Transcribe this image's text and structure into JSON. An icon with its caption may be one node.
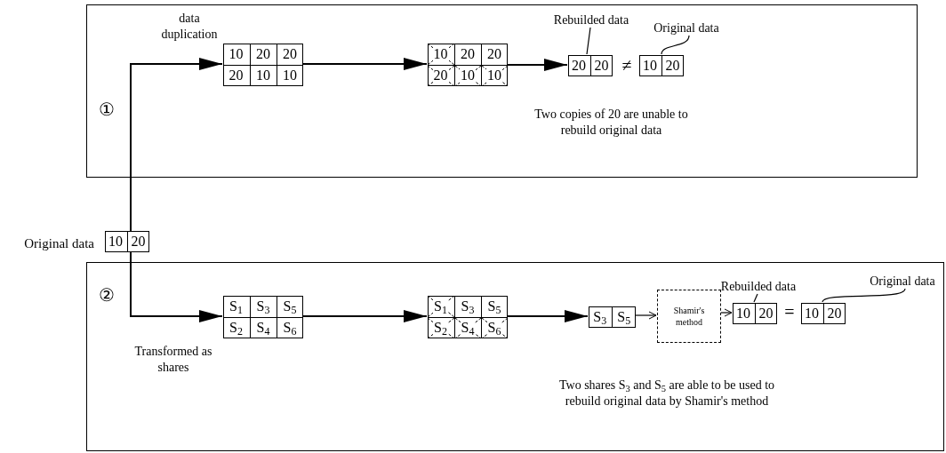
{
  "diagram": {
    "nodes": [
      {
        "text": [],
        "shape": "box"
      },
      {
        "text": [
          "10",
          "20",
          "20",
          "20",
          "10",
          "10"
        ],
        "in": 0
      },
      {
        "text": [
          "10",
          "20",
          "20",
          "20",
          "10",
          "10"
        ],
        "in": 0
      },
      {
        "text": [
          "Rebuilded data"
        ],
        "in": 0
      },
      {
        "text": [
          "Original data"
        ],
        "in": 0
      },
      {
        "text": [
          "20",
          "20"
        ],
        "in": 0
      },
      {
        "text": [
          "10",
          "20"
        ],
        "in": 0
      },
      {
        "text": [
          "10",
          "20"
        ],
        "beside": [
          "Original data"
        ]
      },
      {
        "text": [],
        "shape": "box"
      },
      {
        "text": [
          "S$_{1}$",
          "S$_{3}$",
          "S$_{5}$",
          "S$_{2}$",
          "S$_{4}$",
          "S$_{6}$"
        ],
        "in": 8
      },
      {
        "text": [
          "S$_{1}$",
          "S$_{3}$",
          "S$_{5}$",
          "S$_{2}$",
          "S$_{4}$",
          "S$_{6}$"
        ],
        "in": 8
      },
      {
        "text": [
          "S$_{3}$",
          "S$_{5}$"
        ],
        "in": 8
      },
      {
        "text": [
          "Shamir's method"
        ],
        "in": 8
      },
      {
        "text": [
          "Rebuilded data"
        ],
        "in": 8
      },
      {
        "text": [
          "Original data"
        ],
        "in": 8
      },
      {
        "text": [
          "10",
          "20"
        ],
        "in": 8
      },
      {
        "text": [
          "10",
          "20"
        ],
        "in": 8
      }
    ],
    "edges": [
      {
        "from": 7,
        "to": 1,
        "arrow": "to",
        "label": "data duplication"
      },
      {
        "from": 1,
        "to": 2,
        "arrow": "to"
      },
      {
        "from": 2,
        "to": 5,
        "arrow": "to"
      },
      {
        "from": 3,
        "to": 5,
        "arrow": "none"
      },
      {
        "from": 4,
        "to": 6,
        "arrow": "none"
      },
      {
        "from": 7,
        "to": 9,
        "arrow": "to",
        "label": "Transformed as shares"
      },
      {
        "from": 9,
        "to": 10,
        "arrow": "to"
      },
      {
        "from": 10,
        "to": 11,
        "arrow": "to"
      },
      {
        "from": 11,
        "to": 12,
        "arrow": "to"
      },
      {
        "from": 12,
        "to": 15,
        "arrow": "to"
      },
      {
        "from": 13,
        "to": 15,
        "arrow": "none"
      },
      {
        "from": 14,
        "to": 16,
        "arrow": "none"
      }
    ],
    "labels": [
      "①",
      "≠",
      "Two copies of 20 are unable to rebuild original data",
      "②",
      "=",
      "Two shares S$_{3}$ and S$_{5}$ are able to be used to rebuild original data by Shamir's method"
    ]
  }
}
